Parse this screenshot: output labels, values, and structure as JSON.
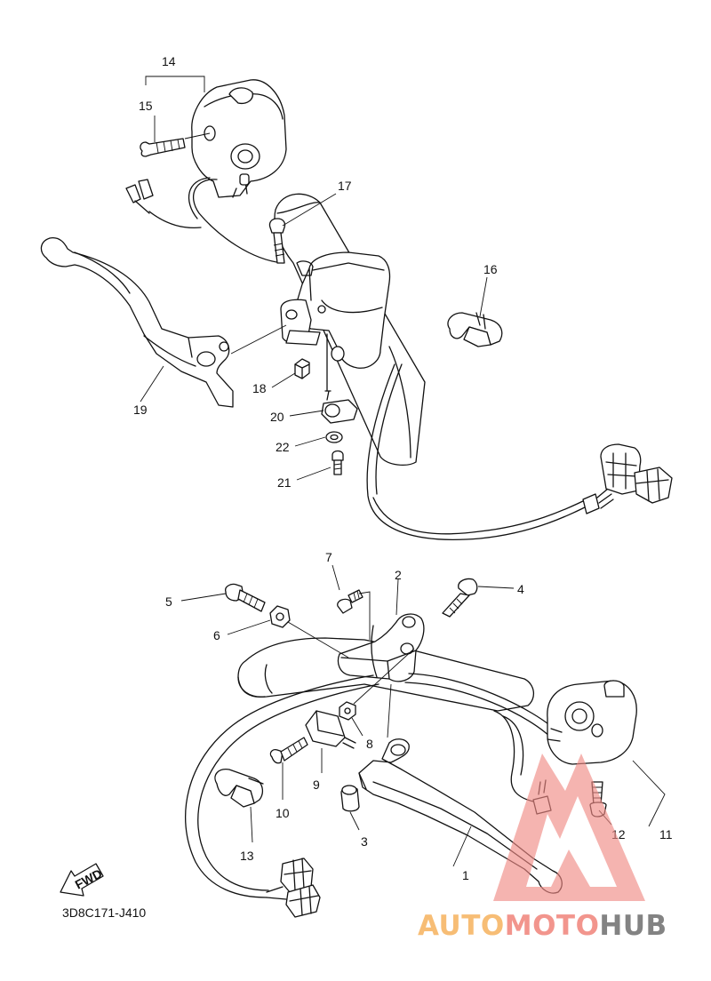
{
  "diagram": {
    "drawing_code": "3D8C171-J410",
    "fwd_label": "FWD",
    "part_numbers": {
      "p1": "1",
      "p2": "2",
      "p3": "3",
      "p4": "4",
      "p5": "5",
      "p6": "6",
      "p7": "7",
      "p8": "8",
      "p9": "9",
      "p10": "10",
      "p11": "11",
      "p12": "12",
      "p13": "13",
      "p14": "14",
      "p15": "15",
      "p16": "16",
      "p17": "17",
      "p18": "18",
      "p19": "19",
      "p20": "20",
      "p21": "21",
      "p22": "22"
    }
  },
  "watermark": {
    "part1": "AUTO",
    "part2": "MOTO",
    "part3": "HUB",
    "colors": {
      "auto": "#f6b25e",
      "moto": "#f0837a",
      "hub": "#6e6e6e",
      "triangle": "#f08a84"
    }
  }
}
